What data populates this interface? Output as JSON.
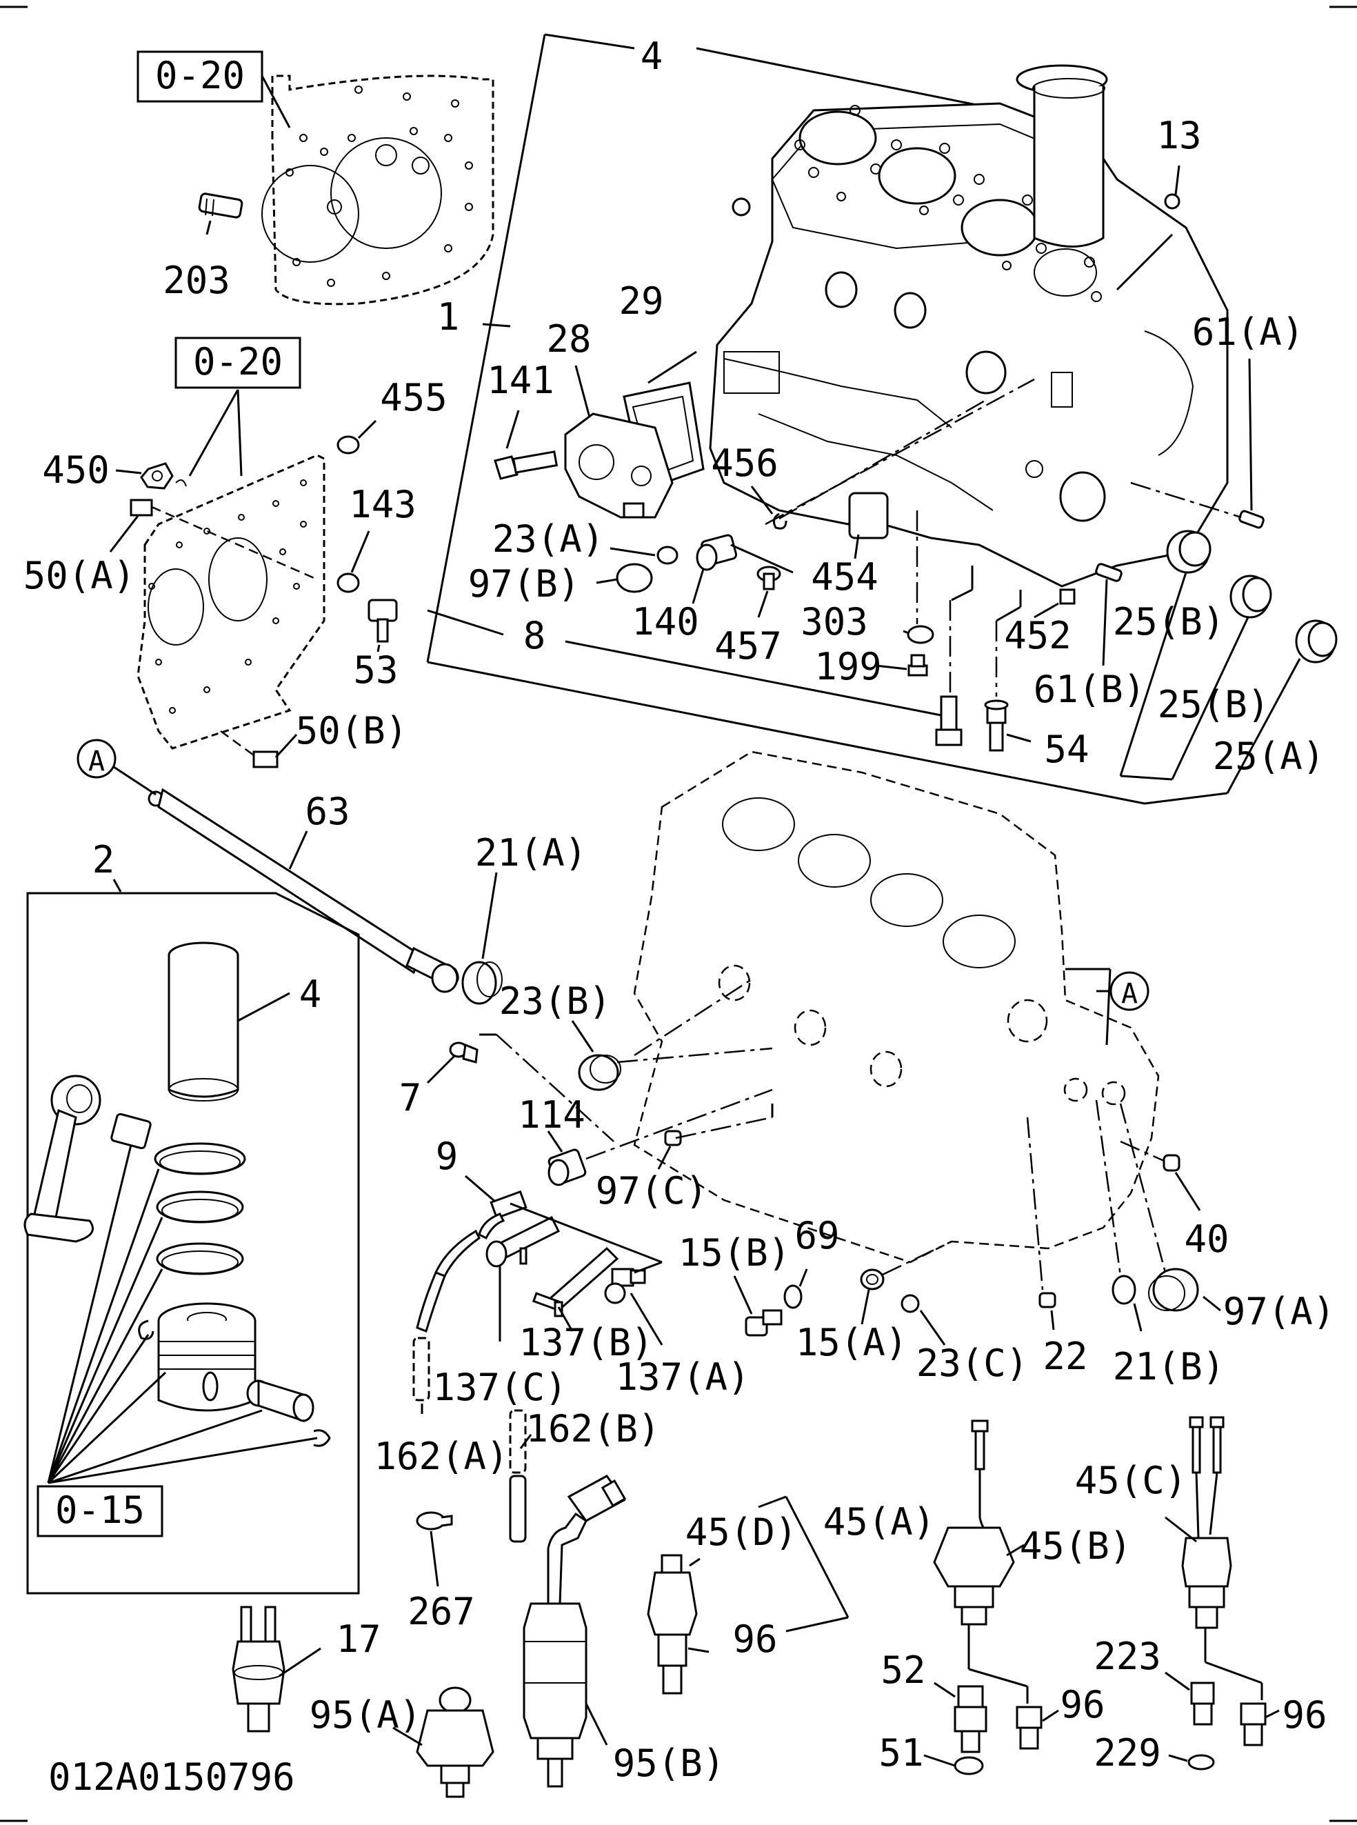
{
  "diagram": {
    "drawing_number": "012A0150796",
    "reference_boxes": [
      "0-20",
      "0-20",
      "0-15"
    ],
    "callout_marks": [
      "A",
      "A"
    ],
    "part_labels": [
      {
        "id": "4-top",
        "text": "4"
      },
      {
        "id": "13",
        "text": "13"
      },
      {
        "id": "203",
        "text": "203"
      },
      {
        "id": "1",
        "text": "1"
      },
      {
        "id": "29",
        "text": "29"
      },
      {
        "id": "28",
        "text": "28"
      },
      {
        "id": "61A",
        "text": "61(A)"
      },
      {
        "id": "455",
        "text": "455"
      },
      {
        "id": "141",
        "text": "141"
      },
      {
        "id": "450",
        "text": "450"
      },
      {
        "id": "456",
        "text": "456"
      },
      {
        "id": "143",
        "text": "143"
      },
      {
        "id": "23A",
        "text": "23(A)"
      },
      {
        "id": "50A",
        "text": "50(A)"
      },
      {
        "id": "97B",
        "text": "97(B)"
      },
      {
        "id": "454",
        "text": "454"
      },
      {
        "id": "140",
        "text": "140"
      },
      {
        "id": "303",
        "text": "303"
      },
      {
        "id": "25B-1",
        "text": "25(B)"
      },
      {
        "id": "53",
        "text": "53"
      },
      {
        "id": "8",
        "text": "8"
      },
      {
        "id": "457",
        "text": "457"
      },
      {
        "id": "452",
        "text": "452"
      },
      {
        "id": "199",
        "text": "199"
      },
      {
        "id": "61B",
        "text": "61(B)"
      },
      {
        "id": "25B-2",
        "text": "25(B)"
      },
      {
        "id": "50B",
        "text": "50(B)"
      },
      {
        "id": "54",
        "text": "54"
      },
      {
        "id": "25A",
        "text": "25(A)"
      },
      {
        "id": "63",
        "text": "63"
      },
      {
        "id": "21A",
        "text": "21(A)"
      },
      {
        "id": "2",
        "text": "2"
      },
      {
        "id": "4-kit",
        "text": "4"
      },
      {
        "id": "23B",
        "text": "23(B)"
      },
      {
        "id": "7",
        "text": "7"
      },
      {
        "id": "114",
        "text": "114"
      },
      {
        "id": "9",
        "text": "9"
      },
      {
        "id": "97C",
        "text": "97(C)"
      },
      {
        "id": "40",
        "text": "40"
      },
      {
        "id": "15B",
        "text": "15(B)"
      },
      {
        "id": "69",
        "text": "69"
      },
      {
        "id": "97A",
        "text": "97(A)"
      },
      {
        "id": "137B",
        "text": "137(B)"
      },
      {
        "id": "15A",
        "text": "15(A)"
      },
      {
        "id": "23C",
        "text": "23(C)"
      },
      {
        "id": "22",
        "text": "22"
      },
      {
        "id": "21B",
        "text": "21(B)"
      },
      {
        "id": "137C",
        "text": "137(C)"
      },
      {
        "id": "137A",
        "text": "137(A)"
      },
      {
        "id": "162A",
        "text": "162(A)"
      },
      {
        "id": "162B",
        "text": "162(B)"
      },
      {
        "id": "45C",
        "text": "45(C)"
      },
      {
        "id": "45D",
        "text": "45(D)"
      },
      {
        "id": "45A",
        "text": "45(A)"
      },
      {
        "id": "45B",
        "text": "45(B)"
      },
      {
        "id": "267",
        "text": "267"
      },
      {
        "id": "96-1",
        "text": "96"
      },
      {
        "id": "17",
        "text": "17"
      },
      {
        "id": "223",
        "text": "223"
      },
      {
        "id": "52",
        "text": "52"
      },
      {
        "id": "96-2",
        "text": "96"
      },
      {
        "id": "95A",
        "text": "95(A)"
      },
      {
        "id": "96-3",
        "text": "96"
      },
      {
        "id": "51",
        "text": "51"
      },
      {
        "id": "229",
        "text": "229"
      },
      {
        "id": "95B",
        "text": "95(B)"
      }
    ]
  }
}
